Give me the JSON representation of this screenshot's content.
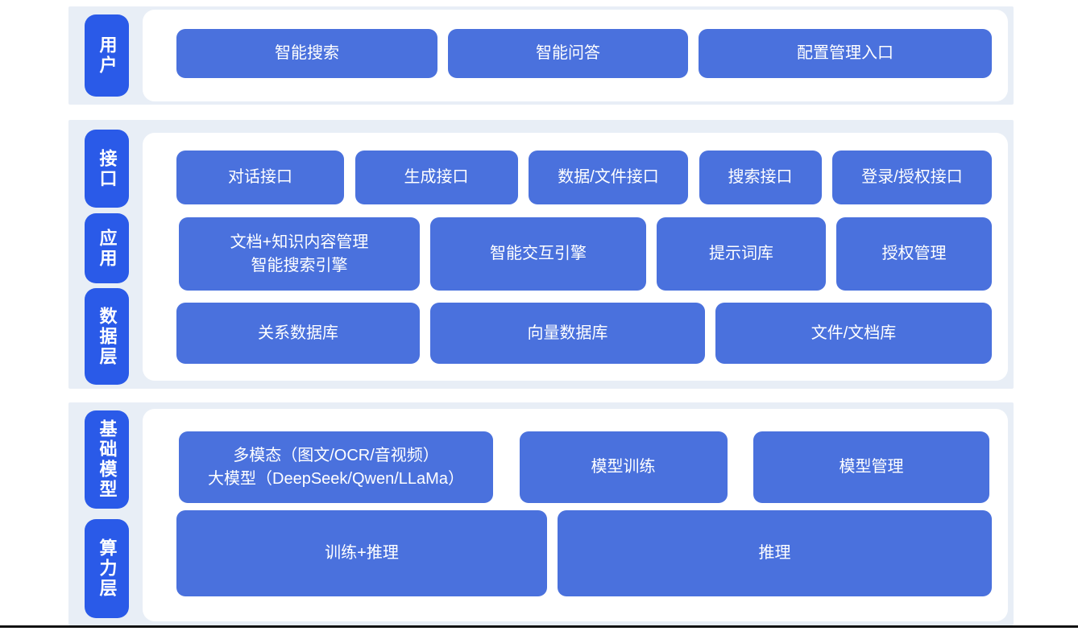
{
  "colors": {
    "section_bg": "#e8eef6",
    "panel_bg": "#ffffff",
    "label_blue": "#2a5ae8",
    "box_blue": "#4a71dd",
    "text_white": "#ffffff",
    "bottom_rule": "#121212"
  },
  "sections": [
    {
      "name": "user-layer",
      "labels": [
        {
          "text": "用户"
        }
      ],
      "rows": [
        {
          "boxes": [
            {
              "lines": [
                "智能搜索"
              ]
            },
            {
              "lines": [
                "智能问答"
              ]
            },
            {
              "lines": [
                "配置管理入口"
              ]
            }
          ]
        }
      ]
    },
    {
      "name": "interface-application-data-layers",
      "labels": [
        {
          "text": "接口"
        },
        {
          "text": "应用"
        },
        {
          "text": "数据层"
        }
      ],
      "rows": [
        {
          "boxes": [
            {
              "lines": [
                "对话接口"
              ]
            },
            {
              "lines": [
                "生成接口"
              ]
            },
            {
              "lines": [
                "数据/文件接口"
              ]
            },
            {
              "lines": [
                "搜索接口"
              ]
            },
            {
              "lines": [
                "登录/授权接口"
              ]
            }
          ]
        },
        {
          "boxes": [
            {
              "lines": [
                "文档+知识内容管理",
                "智能搜索引擎"
              ]
            },
            {
              "lines": [
                "智能交互引擎"
              ]
            },
            {
              "lines": [
                "提示词库"
              ]
            },
            {
              "lines": [
                "授权管理"
              ]
            }
          ]
        },
        {
          "boxes": [
            {
              "lines": [
                "关系数据库"
              ]
            },
            {
              "lines": [
                "向量数据库"
              ]
            },
            {
              "lines": [
                "文件/文档库"
              ]
            }
          ]
        }
      ]
    },
    {
      "name": "foundation-compute-layers",
      "labels": [
        {
          "text": "基础模型"
        },
        {
          "text": "算力层"
        }
      ],
      "rows": [
        {
          "boxes": [
            {
              "lines": [
                "多模态（图文/OCR/音视频）",
                "大模型（DeepSeek/Qwen/LLaMa）"
              ]
            },
            {
              "lines": [
                "模型训练"
              ]
            },
            {
              "lines": [
                "模型管理"
              ]
            }
          ]
        },
        {
          "boxes": [
            {
              "lines": [
                "训练+推理"
              ]
            },
            {
              "lines": [
                "推理"
              ]
            }
          ]
        }
      ]
    }
  ]
}
